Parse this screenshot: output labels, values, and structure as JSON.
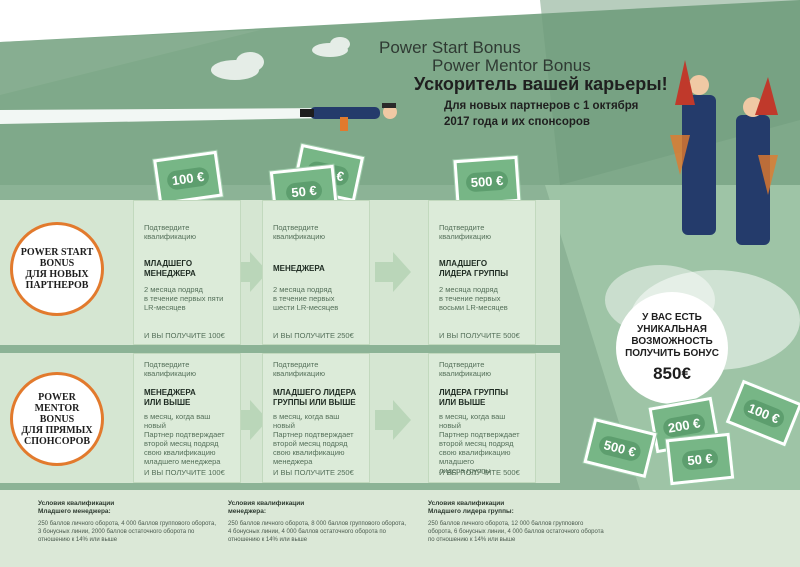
{
  "header": {
    "line1": "Power Start Bonus",
    "line2": "Power Mentor Bonus",
    "headline": "Ускоритель вашей карьеры!",
    "subhead": "Для новых партнеров с 1 октября\n2017 года и их спонсоров"
  },
  "bills_top": [
    "100 €",
    "200 €",
    "50 €",
    "500 €"
  ],
  "rows": [
    {
      "circle_label": "POWER START\nBONUS\nДЛЯ НОВЫХ\nПАРТНЕРОВ",
      "cards": [
        {
          "top": "Подтвердите\nквалификацию",
          "bold": "МЛАДШЕГО\nМЕНЕДЖЕРА",
          "desc": "2 месяца подряд\nв течение первых пяти\nLR-месяцев",
          "get": "И ВЫ ПОЛУЧИТЕ 100€"
        },
        {
          "top": "Подтвердите\nквалификацию",
          "bold": "МЕНЕДЖЕРА",
          "desc": "2 месяца подряд\nв течение первых\nшести LR-месяцев",
          "get": "И ВЫ ПОЛУЧИТЕ 250€"
        },
        {
          "top": "Подтвердите\nквалификацию",
          "bold": "МЛАДШЕГО\nЛИДЕРА ГРУППЫ",
          "desc": "2 месяца подряд\nв течение первых\nвосьми LR-месяцев",
          "get": "И ВЫ ПОЛУЧИТЕ 500€"
        }
      ]
    },
    {
      "circle_label": "POWER\nMENTOR\nBONUS\nДЛЯ ПРЯМЫХ\nСПОНСОРОВ",
      "cards": [
        {
          "top": "Подтвердите\nквалификацию",
          "bold": "МЕНЕДЖЕРА\nИЛИ ВЫШЕ",
          "desc": "в месяц, когда ваш новый\nПартнер подтверждает\nвторой месяц подряд\nсвою квалификацию\nмладшего менеджера",
          "get": "И ВЫ ПОЛУЧИТЕ 100€"
        },
        {
          "top": "Подтвердите\nквалификацию",
          "bold": "МЛАДШЕГО ЛИДЕРА\nГРУППЫ ИЛИ ВЫШЕ",
          "desc": "в месяц, когда ваш новый\nПартнер подтверждает\nвторой месяц подряд\nсвою квалификацию\nменеджера",
          "get": "И ВЫ ПОЛУЧИТЕ 250€"
        },
        {
          "top": "Подтвердите\nквалификацию",
          "bold": "ЛИДЕРА ГРУППЫ\nИЛИ ВЫШЕ",
          "desc": "в месяц, когда ваш новый\nПартнер подтверждает\nвторой месяц подряд\nсвою квалификацию младшего\nлидера группы",
          "get": "И ВЫ ПОЛУЧИТЕ 500€"
        }
      ]
    }
  ],
  "big_circle": {
    "message": "У ВАС ЕСТЬ\nУНИКАЛЬНАЯ\nВОЗМОЖНОСТЬ\nПОЛУЧИТЬ БОНУС",
    "amount": "850€"
  },
  "bills_bottom": [
    "100 €",
    "200 €",
    "500 €",
    "50 €"
  ],
  "footer": [
    {
      "heading": "Условия квалификации\nМладшего менеджера:",
      "text": "250 баллов личного оборота, 4 000 баллов группового оборота, 3 бонусных линии, 2000 баллов остаточного оборота по отношению к 14% или выше"
    },
    {
      "heading": "Условия квалификации\nменеджера:",
      "text": "250 баллов личного оборота, 8 000 баллов группового оборота, 4 бонусных линии, 4 000 баллов остаточного оборота по отношению к 14% или выше"
    },
    {
      "heading": "Условия квалификации\nМладшего лидера группы:",
      "text": "250 баллов личного оборота, 12 000 баллов группового оборота, 6 бонусных линии, 4 000 баллов остаточного оборота по отношению к 14% или выше"
    }
  ],
  "colors": {
    "accent": "#e27a2d",
    "green_dark": "#7fa98a",
    "green_light": "#d5e6d2",
    "bill": "#77b686"
  }
}
